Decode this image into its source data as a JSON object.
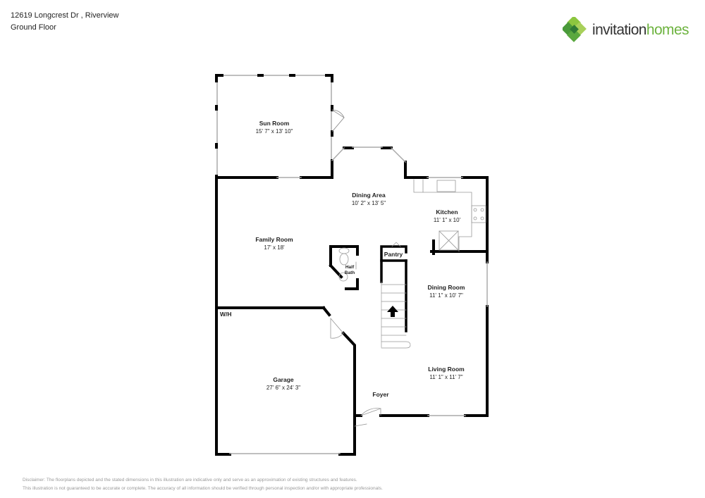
{
  "header": {
    "address": "12619 Longcrest Dr , Riverview",
    "floor": "Ground Floor"
  },
  "logo": {
    "text_part1": "invitation",
    "text_part2": "homes",
    "brand_color": "#6db33f",
    "dark_color": "#333333"
  },
  "rooms": {
    "sun_room": {
      "name": "Sun Room",
      "dims": "15' 7\" x 13' 10\""
    },
    "dining_area": {
      "name": "Dining Area",
      "dims": "10' 2\" x 13' 5\""
    },
    "kitchen": {
      "name": "Kitchen",
      "dims": "11' 1\" x 10'"
    },
    "family_room": {
      "name": "Family Room",
      "dims": "17' x 18'"
    },
    "half_bath": {
      "name_line1": "Half",
      "name_line2": "Bath"
    },
    "pantry": {
      "name": "Pantry"
    },
    "dining_room": {
      "name": "Dining Room",
      "dims": "11' 1\" x 10' 7\""
    },
    "wh": {
      "name": "W/H"
    },
    "garage": {
      "name": "Garage",
      "dims": "27' 6\" x 24' 3\""
    },
    "living_room": {
      "name": "Living Room",
      "dims": "11' 1\" x 11' 7\""
    },
    "foyer": {
      "name": "Foyer"
    }
  },
  "disclaimer": {
    "line1": "Disclaimer: The floorplans depicted and the stated dimensions in this illustration are indicative only and serve as an approximation of existing structures and features.",
    "line2": "This illustration is not guaranteed to be accurate or complete. The accuracy of all information should be verified through personal inspection and/or with appropriate professionals."
  }
}
